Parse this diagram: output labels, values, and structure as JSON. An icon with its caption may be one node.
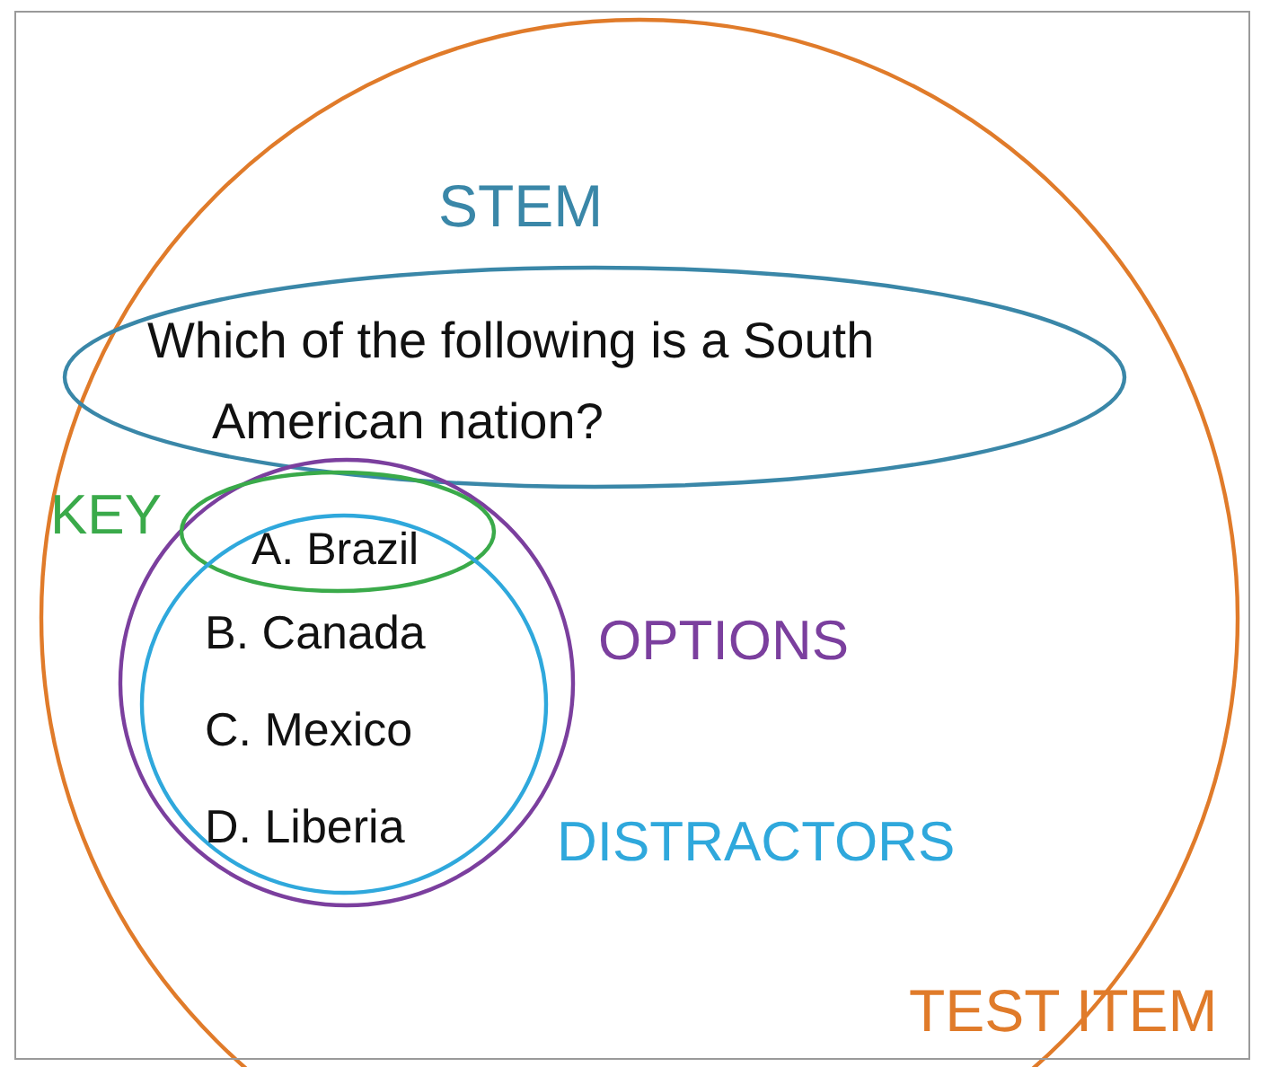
{
  "diagram": {
    "nodes": [
      {
        "text": [
          "TEST ITEM"
        ]
      },
      {
        "text": [
          "STEM",
          "Which of the following is a South American nation?"
        ],
        "in": 0
      },
      {
        "text": [
          "OPTIONS"
        ],
        "in": 0
      },
      {
        "text": [
          "KEY",
          "A. Brazil"
        ],
        "in": 2
      },
      {
        "text": [
          "DISTRACTORS",
          "B. Canada",
          "C. Mexico",
          "D. Liberia"
        ],
        "in": 2
      }
    ]
  }
}
